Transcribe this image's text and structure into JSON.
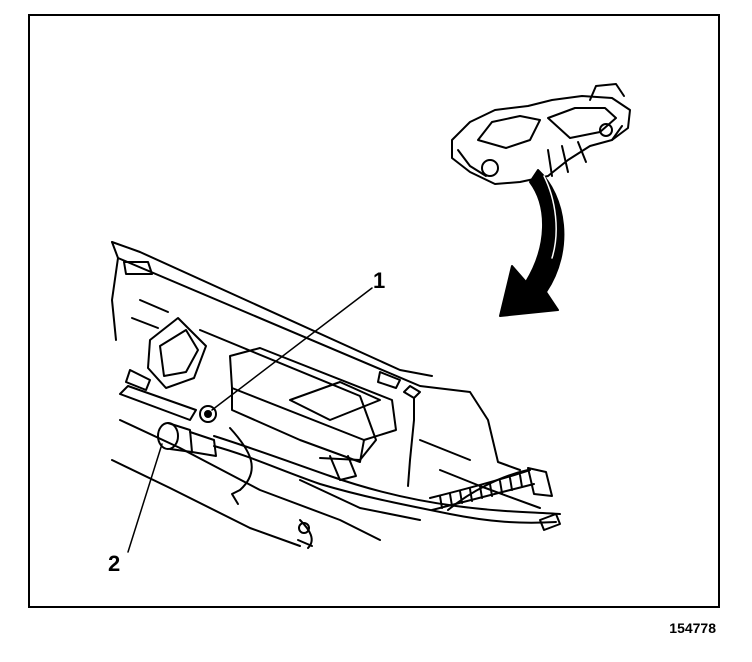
{
  "callouts": [
    {
      "label": "1"
    },
    {
      "label": "2"
    }
  ],
  "figure_number": "154778",
  "colors": {
    "line": "#000000",
    "background": "#ffffff"
  }
}
